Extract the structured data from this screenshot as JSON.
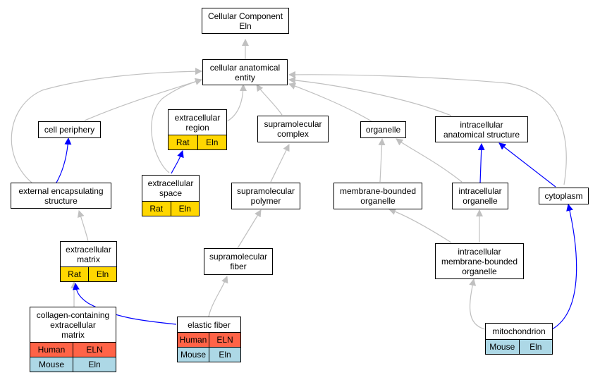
{
  "colors": {
    "rat": "#ffd700",
    "human": "#ff6347",
    "mouse": "#add8e6",
    "isa_edge": "#c0c0c0",
    "partof_edge": "#0000ff"
  },
  "nodes": {
    "cc": {
      "label": "Cellular Component\nEln"
    },
    "cae": {
      "label": "cellular anatomical\nentity"
    },
    "cell_periphery": {
      "label": "cell periphery"
    },
    "extracellular_region": {
      "label": "extracellular\nregion",
      "rows": [
        [
          "Rat",
          "Eln"
        ]
      ]
    },
    "supramolecular_complex": {
      "label": "supramolecular\ncomplex"
    },
    "organelle": {
      "label": "organelle"
    },
    "intracellular_anatomical_structure": {
      "label": "intracellular\nanatomical structure"
    },
    "external_encapsulating_structure": {
      "label": "external encapsulating\nstructure"
    },
    "extracellular_space": {
      "label": "extracellular\nspace",
      "rows": [
        [
          "Rat",
          "Eln"
        ]
      ]
    },
    "supramolecular_polymer": {
      "label": "supramolecular\npolymer"
    },
    "membrane_bounded_organelle": {
      "label": "membrane-bounded\norganelle"
    },
    "intracellular_organelle": {
      "label": "intracellular\norganelle"
    },
    "cytoplasm": {
      "label": "cytoplasm"
    },
    "extracellular_matrix": {
      "label": "extracellular\nmatrix",
      "rows": [
        [
          "Rat",
          "Eln"
        ]
      ]
    },
    "supramolecular_fiber": {
      "label": "supramolecular\nfiber"
    },
    "intracellular_membrane_bounded_organelle": {
      "label": "intracellular\nmembrane-bounded\norganelle"
    },
    "collagen_containing_ecm": {
      "label": "collagen-containing\nextracellular\nmatrix",
      "rows": [
        [
          "Human",
          "ELN"
        ],
        [
          "Mouse",
          "Eln"
        ]
      ]
    },
    "elastic_fiber": {
      "label": "elastic fiber",
      "rows": [
        [
          "Human",
          "ELN"
        ],
        [
          "Mouse",
          "Eln"
        ]
      ]
    },
    "mitochondrion": {
      "label": "mitochondrion",
      "rows": [
        [
          "Mouse",
          "Eln"
        ]
      ]
    }
  }
}
